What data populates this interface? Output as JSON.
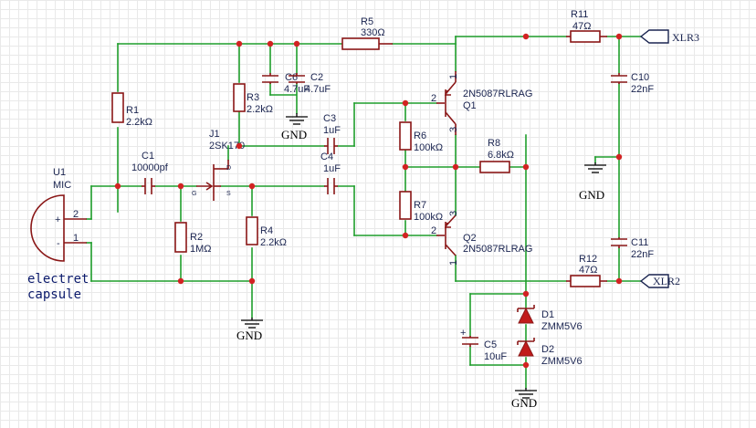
{
  "components": {
    "u1": {
      "ref": "U1",
      "type": "MIC",
      "pin_plus": "+",
      "pin_minus": "-",
      "pin1": "1",
      "pin2": "2"
    },
    "r1": {
      "ref": "R1",
      "value": "2.2kΩ"
    },
    "r2": {
      "ref": "R2",
      "value": "1MΩ"
    },
    "r3": {
      "ref": "R3",
      "value": "2.2kΩ"
    },
    "r4": {
      "ref": "R4",
      "value": "2.2kΩ"
    },
    "r5": {
      "ref": "R5",
      "value": "330Ω"
    },
    "r6": {
      "ref": "R6",
      "value": "100kΩ"
    },
    "r7": {
      "ref": "R7",
      "value": "100kΩ"
    },
    "r8": {
      "ref": "R8",
      "value": "6.8kΩ"
    },
    "r11": {
      "ref": "R11",
      "value": "47Ω"
    },
    "r12": {
      "ref": "R12",
      "value": "47Ω"
    },
    "c1": {
      "ref": "C1",
      "value": "10000pf"
    },
    "c2": {
      "ref": "C2",
      "value": "4.7uF"
    },
    "c6": {
      "ref": "C6",
      "value": "4.7uF"
    },
    "c3": {
      "ref": "C3",
      "value": "1uF"
    },
    "c4": {
      "ref": "C4",
      "value": "1uF"
    },
    "c5": {
      "ref": "C5",
      "value": "10uF",
      "plus": "+"
    },
    "c10": {
      "ref": "C10",
      "value": "22nF"
    },
    "c11": {
      "ref": "C11",
      "value": "22nF"
    },
    "j1": {
      "ref": "J1",
      "type": "2SK170",
      "pin_d": "D",
      "pin_g": "G",
      "pin_s": "S"
    },
    "q1": {
      "ref": "Q1",
      "type": "2N5087RLRAG",
      "pin1": "1",
      "pin2": "2",
      "pin3": "3"
    },
    "q2": {
      "ref": "Q2",
      "type": "2N5087RLRAG",
      "pin1": "1",
      "pin2": "2",
      "pin3": "3"
    },
    "d1": {
      "ref": "D1",
      "type": "ZMM5V6"
    },
    "d2": {
      "ref": "D2",
      "type": "ZMM5V6"
    }
  },
  "ground_label": "GND",
  "ports": {
    "xlr3": "XLR3",
    "xlr2": "XLR2"
  },
  "annotation": {
    "line1": "electret",
    "line2": "capsule"
  },
  "colors": {
    "wire": "#1f9e2c",
    "part": "#8a1717",
    "junction": "#d22222",
    "text": "#1a2450",
    "background": "#ffffff"
  }
}
